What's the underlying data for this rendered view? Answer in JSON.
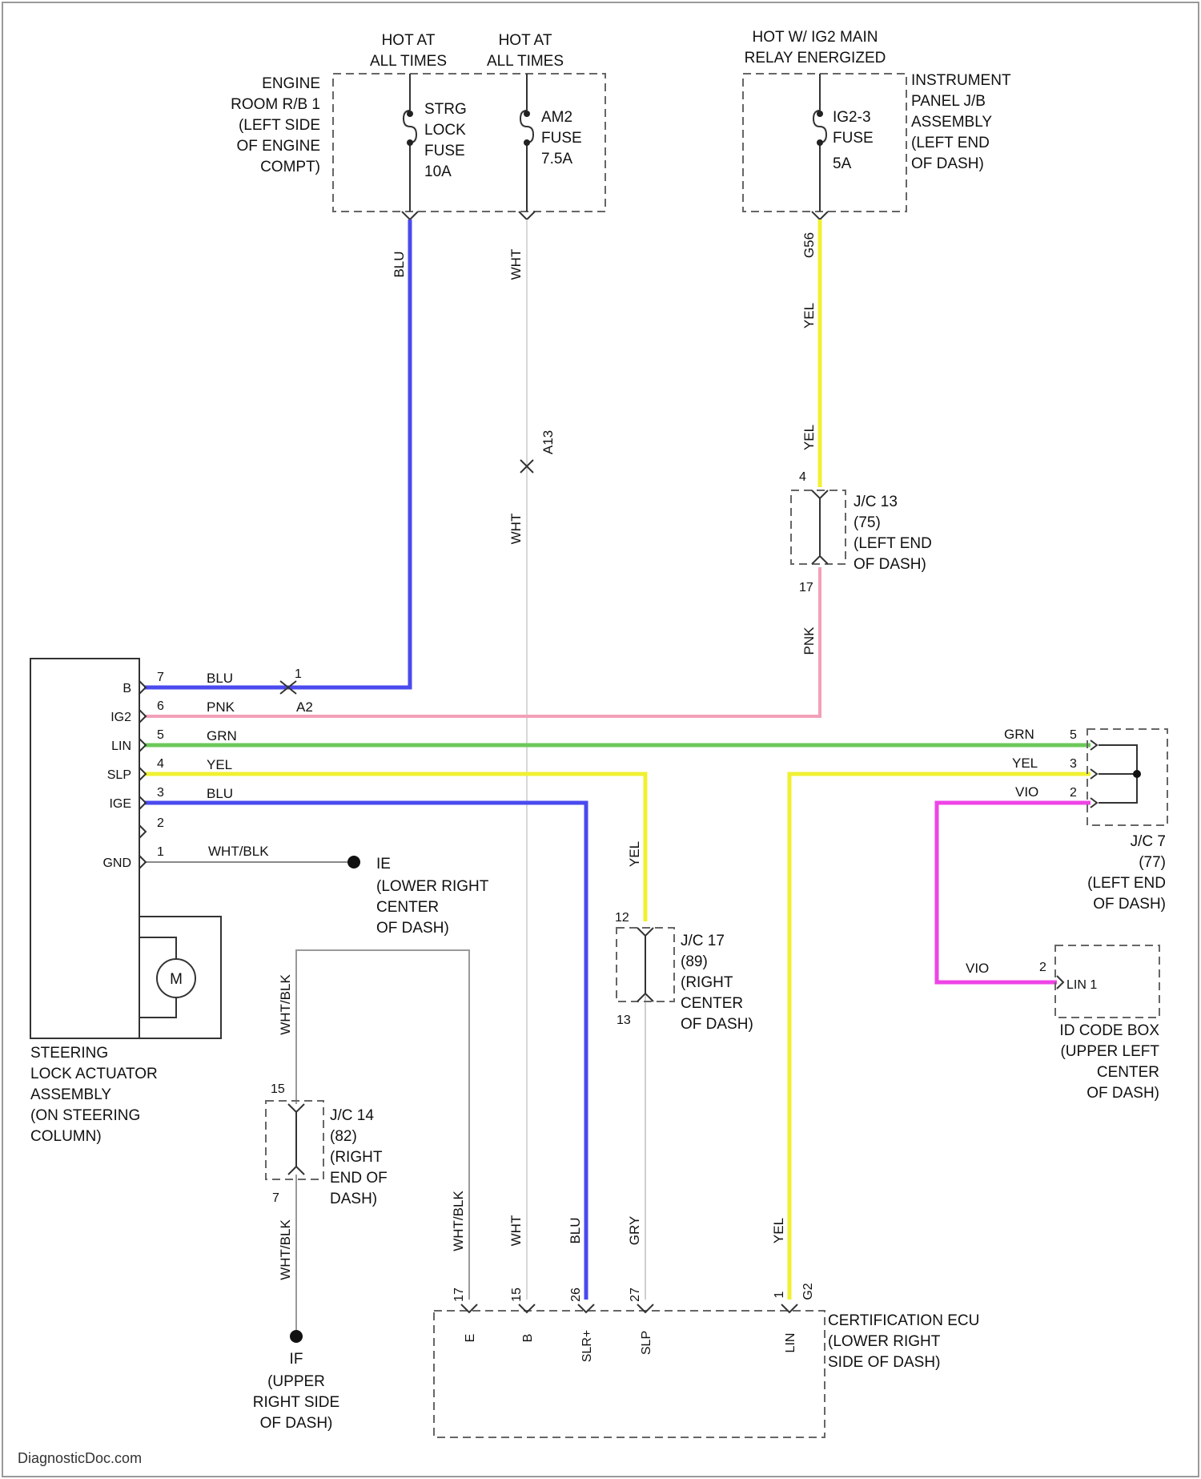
{
  "sources": [
    {
      "id": "hot_all_1",
      "lines": [
        "HOT AT",
        "ALL TIMES"
      ]
    },
    {
      "id": "hot_all_2",
      "lines": [
        "HOT AT",
        "ALL TIMES"
      ]
    },
    {
      "id": "hot_ig",
      "lines": [
        "HOT W/ IG2 MAIN",
        "RELAY ENERGIZED"
      ]
    }
  ],
  "fuse_blocks": {
    "engine_room": [
      "ENGINE",
      "ROOM R/B 1",
      "(LEFT SIDE",
      "OF ENGINE",
      "COMPT)"
    ],
    "instrument_panel": [
      "INSTRUMENT",
      "PANEL J/B",
      "ASSEMBLY",
      "(LEFT END",
      "OF DASH)"
    ]
  },
  "fuses": [
    {
      "id": "strg_lock",
      "lines": [
        "STRG",
        "LOCK",
        "FUSE",
        "10A"
      ]
    },
    {
      "id": "am2",
      "lines": [
        "AM2",
        "FUSE",
        "7.5A"
      ]
    },
    {
      "id": "ig2",
      "lines": [
        "IG2-3",
        "FUSE",
        "5A"
      ]
    }
  ],
  "wire_colors": {
    "BLU": "#4a4aee",
    "PNK": "#f2a0b8",
    "GRN": "#6cc85a",
    "YEL": "#f0f032",
    "VIO": "#ee44e6",
    "WHT": "#d8d8d8",
    "WHT/BLK": "#9a9a9a"
  },
  "wire_labels": {
    "blu_vertical": "BLU",
    "wht_top": "WHT",
    "wht_mid": "WHT",
    "a13": "A13",
    "yel_top": "YEL",
    "yel_mid": "YEL",
    "pnk_vertical": "PNK",
    "yel_jc17": "YEL",
    "whtblk_left": "WHT/BLK",
    "whtblk_lower": "WHT/BLK",
    "vio_lower": "VIO",
    "grn_right": "GRN",
    "yel_right": "YEL",
    "vio_right": "VIO",
    "a2": "A2",
    "gnd_wire": "WHT/BLK"
  },
  "steering_lock": {
    "label": [
      "STEERING",
      "LOCK ACTUATOR",
      "ASSEMBLY",
      "(ON STEERING",
      "COLUMN)"
    ],
    "motor_symbol": "M",
    "pins": [
      {
        "name": "B",
        "num": "7",
        "wire": "BLU"
      },
      {
        "name": "IG2",
        "num": "6",
        "wire": "PNK"
      },
      {
        "name": "LIN",
        "num": "5",
        "wire": "GRN"
      },
      {
        "name": "SLP",
        "num": "4",
        "wire": "YEL"
      },
      {
        "name": "IGE",
        "num": "3",
        "wire": "BLU"
      },
      {
        "name": "",
        "num": "2",
        "wire": ""
      },
      {
        "name": "GND",
        "num": "1",
        "wire": "WHT/BLK"
      }
    ]
  },
  "inline_connector": {
    "num": "1"
  },
  "ground_ie": {
    "id": "IE",
    "lines": [
      "(LOWER RIGHT",
      "CENTER",
      "OF DASH)"
    ]
  },
  "ground_if": {
    "id": "IF",
    "lines": [
      "(UPPER",
      "RIGHT SIDE",
      "OF DASH)"
    ]
  },
  "junctions": {
    "jc13": {
      "pin_top": "4",
      "pin_bottom": "17",
      "lines": [
        "J/C 13",
        "(75)",
        "(LEFT END",
        "OF DASH)"
      ]
    },
    "jc17": {
      "pin_top": "12",
      "pin_bottom": "13",
      "lines": [
        "J/C 17",
        "(89)",
        "(RIGHT",
        "CENTER",
        "OF DASH)"
      ]
    },
    "jc14": {
      "pin_top": "15",
      "pin_bottom": "7",
      "lines": [
        "J/C 14",
        "(82)",
        "(RIGHT",
        "END OF",
        "DASH)"
      ]
    },
    "jc7": {
      "pins": [
        "5",
        "3",
        "2"
      ],
      "lines": [
        "J/C 7",
        "(77)",
        "(LEFT END",
        "OF DASH)"
      ]
    }
  },
  "id_code_box": {
    "pin": "2",
    "pin_name": "LIN 1",
    "lines": [
      "ID CODE BOX",
      "(UPPER LEFT",
      "CENTER",
      "OF DASH)"
    ]
  },
  "certification_ecu": {
    "lines": [
      "CERTIFICATION ECU",
      "(LOWER RIGHT",
      "SIDE OF DASH)"
    ],
    "pins": [
      {
        "num": "17",
        "name": "E"
      },
      {
        "num": "15",
        "name": "B"
      },
      {
        "num": "26",
        "name": "SLR+"
      },
      {
        "num": "27",
        "name": "SLP"
      },
      {
        "num": "1",
        "name": "LIN"
      },
      {
        "num": "G2",
        "name": ""
      }
    ],
    "wires": [
      "WHT/BLK",
      "WHT",
      "BLU",
      "GRY",
      "YEL"
    ]
  },
  "watermark": "DiagnosticDoc.com"
}
